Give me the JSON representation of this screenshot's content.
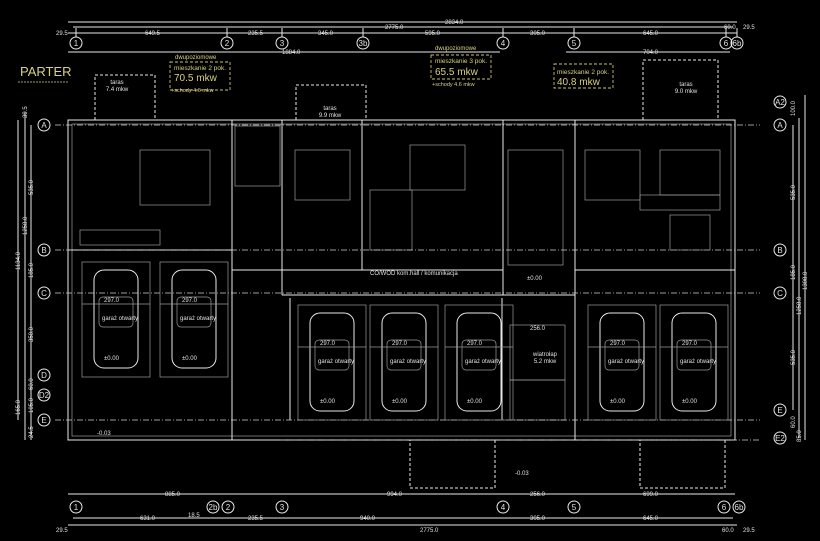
{
  "title": "PARTER",
  "colors": {
    "background": "#000000",
    "lines": "#e8e8e8",
    "annotation": "#d9d27c"
  },
  "top_dims": {
    "overall_outer": "2834.0",
    "overall": "2775.0",
    "segments": [
      "29.5",
      "649.5",
      "235.5",
      "345.0",
      "595.0",
      "305.0",
      "645.0",
      "60.0",
      "29.5"
    ],
    "sub_left": "1884.0",
    "sub_right": "704.0"
  },
  "top_axes": [
    "1",
    "2",
    "3",
    "3b",
    "4",
    "5",
    "6",
    "6b"
  ],
  "bottom_axes": [
    "1",
    "2b",
    "2",
    "3",
    "4",
    "5",
    "6",
    "6b"
  ],
  "bottom_dims": {
    "upper": [
      "885.0",
      "994.0",
      "256.0",
      "699.0"
    ],
    "lower": [
      "631.0",
      "18.5",
      "235.5",
      "940.0",
      "305.0",
      "645.0"
    ],
    "overall": "2775.0",
    "edges": [
      "29.5",
      "60.0",
      "29.5"
    ]
  },
  "left_axes": [
    "A",
    "B",
    "C",
    "D",
    "D2",
    "E"
  ],
  "left_dims": {
    "outer": "1134.0",
    "mid": "1258.0",
    "segs": [
      "535.0",
      "185.0",
      "350.0",
      "60.0",
      "105.0",
      "24.5"
    ],
    "extra": [
      "165.0",
      "39.5"
    ]
  },
  "right_axes": [
    "A2",
    "A",
    "B",
    "C",
    "E",
    "E2"
  ],
  "right_dims": {
    "outer": "1308.0",
    "mid": "1258.0",
    "segs": [
      "100.0",
      "535.0",
      "185.0",
      "535.0",
      "60.0",
      "85.0"
    ]
  },
  "apartments": [
    {
      "type": "dwupoziomowe",
      "name": "mieszkanie 2 pok.",
      "area": "70.5  mkw",
      "extra": "+schody 4.6 mkw"
    },
    {
      "type": "dwupoziomowe",
      "name": "mieszkanie 3 pok.",
      "area": "65.5  mkw",
      "extra": "+schody 4.6 mkw"
    },
    {
      "type": "",
      "name": "mieszkanie 2 pok.",
      "area": "40.8  mkw",
      "extra": ""
    }
  ],
  "terraces": [
    {
      "name": "taras",
      "area": "7.4  mkw"
    },
    {
      "name": "taras",
      "area": "9.9  mkw"
    },
    {
      "name": "taras",
      "area": "9.0  mkw"
    }
  ],
  "rooms": {
    "vestibule": {
      "name": "wiatrołap",
      "area": "5.2  mkw"
    },
    "hall": "hall / komunikacja",
    "boiler": "CO/WOD kom.",
    "garage_label": "garaż otwarty",
    "garage_width": "297.0",
    "vest_width": "256.0"
  },
  "levels": {
    "ground": "±0.00",
    "outside": "-0.03"
  },
  "cars": [
    "±0.00",
    "±0.00",
    "±0.00",
    "±0.00",
    "±0.00",
    "±0.00",
    "±0.00"
  ]
}
